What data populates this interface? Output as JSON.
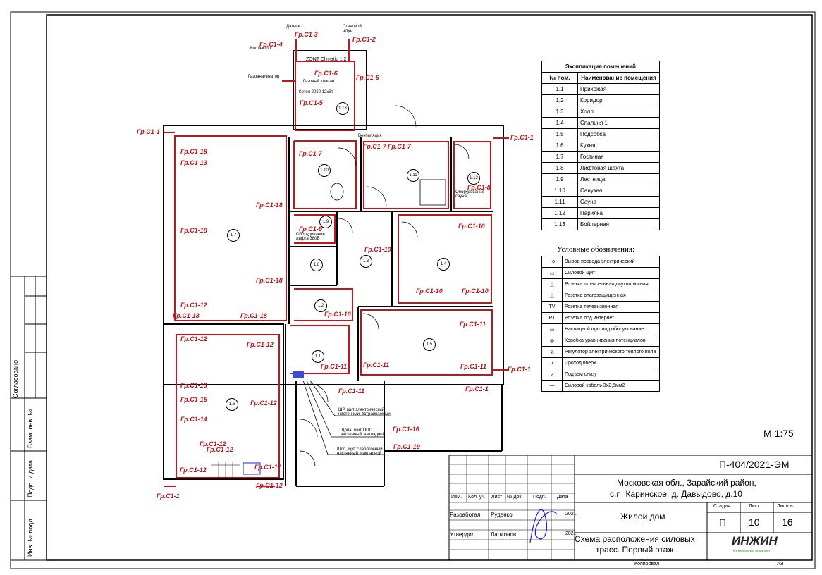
{
  "explication": {
    "title": "Экспликация помещений",
    "col_num": "№ пом.",
    "col_name": "Наименование помещения",
    "rows": [
      {
        "num": "1.1",
        "name": "Прихожая"
      },
      {
        "num": "1.2",
        "name": "Коридор"
      },
      {
        "num": "1.3",
        "name": "Холл"
      },
      {
        "num": "1.4",
        "name": "Спальня 1"
      },
      {
        "num": "1.5",
        "name": "Подсобка"
      },
      {
        "num": "1.6",
        "name": "Кухня"
      },
      {
        "num": "1.7",
        "name": "Гостиная"
      },
      {
        "num": "1.8",
        "name": "Лифтовая шахта"
      },
      {
        "num": "1.9",
        "name": "Лестница"
      },
      {
        "num": "1.10",
        "name": "Санузел"
      },
      {
        "num": "1.11",
        "name": "Сауна"
      },
      {
        "num": "1.12",
        "name": "Парилка"
      },
      {
        "num": "1.13",
        "name": "Бойлерная"
      }
    ]
  },
  "legend": {
    "title": "Условные обозначения:",
    "items": [
      {
        "sym": "~o",
        "text": "Вывод провода электрический"
      },
      {
        "sym": "▭",
        "text": "Силовой щит"
      },
      {
        "sym": "⏊",
        "text": "Розетка штепсельная двухполюсная"
      },
      {
        "sym": "⏊",
        "text": "Розетка влагозащищенная"
      },
      {
        "sym": "TV",
        "text": "Розетка телевизионная"
      },
      {
        "sym": "RT",
        "text": "Розетка под интернет"
      },
      {
        "sym": "▭",
        "text": "Накладной щит под оборудование"
      },
      {
        "sym": "◎",
        "text": "Коробка уравнивания потенциалов"
      },
      {
        "sym": "⊘",
        "text": "Регулятор электрического теплого пола"
      },
      {
        "sym": "↗",
        "text": "Проход вверх"
      },
      {
        "sym": "↙",
        "text": "Подъем снизу"
      },
      {
        "sym": "—",
        "text": "Силовой кабель 3х2,5мм2"
      }
    ]
  },
  "scale": "М 1:75",
  "stamp": {
    "code": "П-404/2021-ЭМ",
    "address_line1": "Московская обл., Зарайский район,",
    "address_line2": "с.п. Каринское, д. Давыдово, д.10",
    "object": "Жилой дом",
    "sheet_title_line1": "Схема расположения силовых",
    "sheet_title_line2": "трасс. Первый этаж",
    "cols": [
      "Изм.",
      "Кол. уч.",
      "Лист",
      "№ док.",
      "Подп.",
      "Дата"
    ],
    "developed_label": "Разработал",
    "developed_name": "Руденко",
    "approved_label": "Утвердил",
    "approved_name": "Ларионов",
    "year": "2021",
    "stage_label": "Стадия",
    "sheet_label": "Лист",
    "sheets_label": "Листов",
    "stage": "П",
    "sheet": "10",
    "sheets": "16",
    "logo": "ИНЖИН",
    "logo_sub": "Инженерные решения",
    "copied": "Копировал",
    "format": "А3"
  },
  "side": {
    "agreed": "Согласовано",
    "inv_repl": "Взам. инв. №",
    "sign_date": "Подп. и дата",
    "inv_orig": "Инв. № подл."
  },
  "plan": {
    "top_labels": {
      "sensor": "Датчик",
      "sensor2": "Стеновой штуц",
      "collector": "Коллектор",
      "zont": "ZONT Climatic 1.2",
      "gas_alarm": "Газоанализатор",
      "gas_valve": "Газовый клапан",
      "boiler": "Котел 2020 12кВт",
      "ventilation": "Вентиляция",
      "equip_sauna": "Оборудование сауна",
      "equip_lift": "Оборудование лифта 380В",
      "shr": "ШР, щит электрический настенный, встраиваемый",
      "shop_ops": "Щопа, щит ОПС настенный, накладной",
      "shsl": "Щсл, щит слаботочный настенный, накладной"
    },
    "groups": [
      "Гр.С1-1",
      "Гр.С1-2",
      "Гр.С1-3",
      "Гр.С1-4",
      "Гр.С1-5",
      "Гр.С1-6",
      "Гр.С1-7",
      "Гр.С1-8",
      "Гр.С1-9",
      "Гр.С1-10",
      "Гр.С1-11",
      "Гр.С1-12",
      "Гр.С1-13",
      "Гр.С1-14",
      "Гр.С1-15",
      "Гр.С1-16",
      "Гр.С1-17",
      "Гр.С1-18",
      "Гр.С1-19"
    ],
    "rooms": [
      "1.1",
      "1.2",
      "1.3",
      "1.4",
      "1.5",
      "1.6",
      "1.7",
      "1.8",
      "1.9",
      "1.10",
      "1.11",
      "1.12",
      "1.13"
    ]
  },
  "colors": {
    "cable": "#c0151b",
    "wall": "#000000",
    "accent": "#b0185f"
  }
}
